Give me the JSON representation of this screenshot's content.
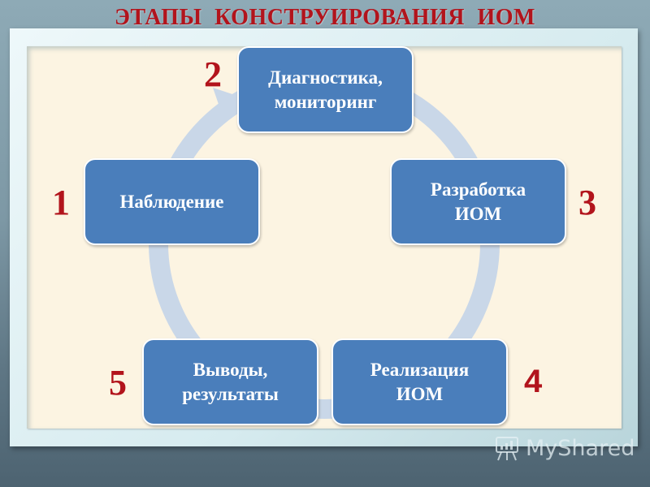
{
  "title": "ЭТАПЫ КОНСТРУИРОВАНИЯ ИОМ",
  "colors": {
    "title": "#b2141c",
    "box_fill": "#4a7ebb",
    "ring": "#c9d7e8",
    "panel": "#fcf4e2",
    "numbers": "#b2141c"
  },
  "stages": [
    {
      "number": "1",
      "label": "Наблюдение"
    },
    {
      "number": "2",
      "label": "Диагностика,\nмониторинг"
    },
    {
      "number": "3",
      "label": "Разработка\nИОМ"
    },
    {
      "number": "4",
      "label": "Реализация\nИОМ"
    },
    {
      "number": "5",
      "label": "Выводы,\nрезультаты"
    }
  ],
  "watermark": {
    "icon": "presentation-board-icon",
    "text": "MyShared"
  }
}
